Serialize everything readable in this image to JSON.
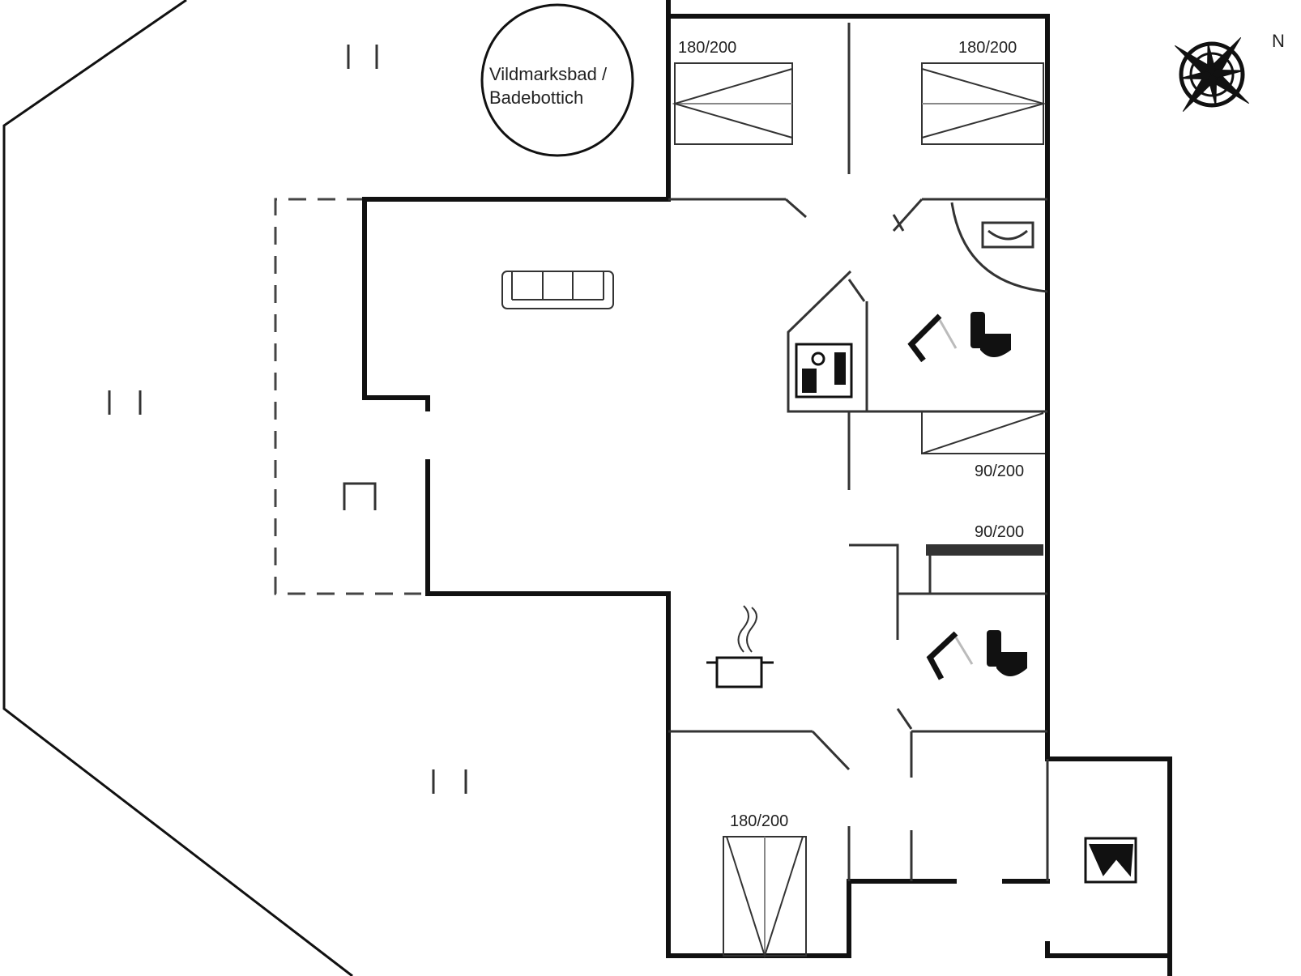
{
  "plan": {
    "spa_label_line1": "Vildmarksbad /",
    "spa_label_line2": "Badebottich",
    "north_label": "N",
    "beds": [
      {
        "label": "180/200"
      },
      {
        "label": "180/200"
      },
      {
        "label": "90/200"
      },
      {
        "label": "90/200"
      },
      {
        "label": "180/200"
      }
    ]
  },
  "icons": {
    "sofa": "sofa-icon",
    "fireplace": "wood-stove-icon",
    "toilet1": "toilet-icon",
    "shower1": "shower-icon",
    "toilet2": "toilet-icon",
    "shower2": "shower-icon",
    "kitchen": "cooking-pot-icon",
    "washbasin": "washbasin-icon",
    "laundry": "washing-machine-icon",
    "compass": "compass-rose-icon"
  }
}
